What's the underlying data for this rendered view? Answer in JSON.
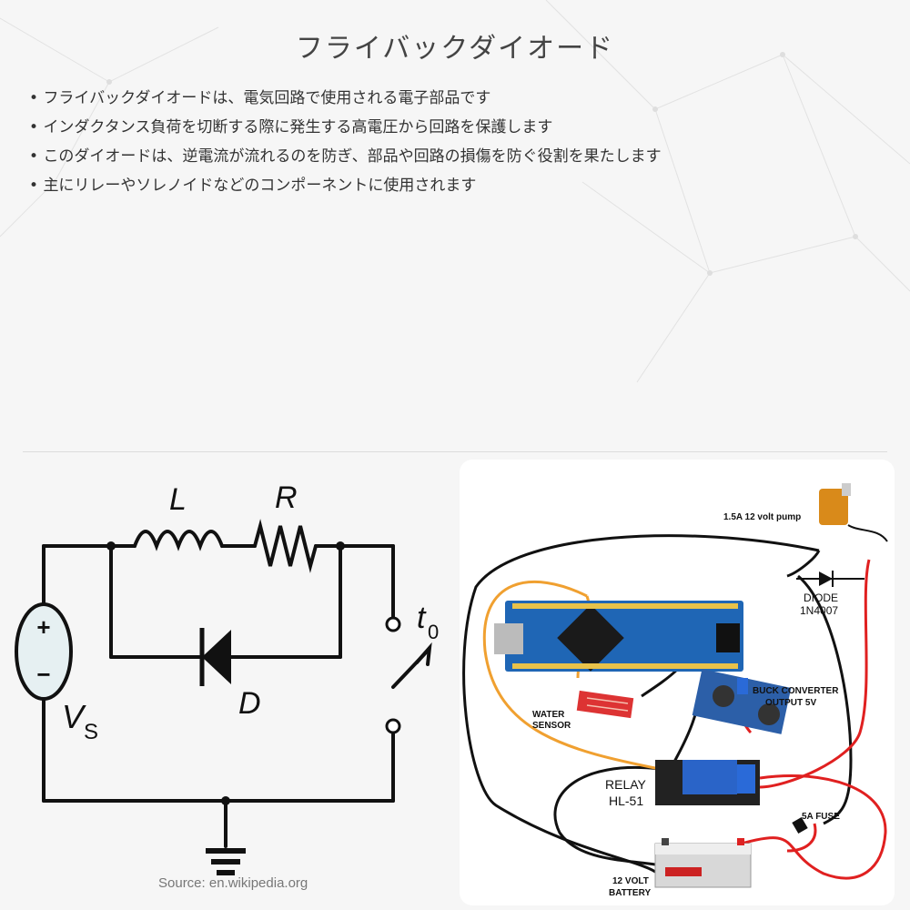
{
  "page": {
    "title": "フライバックダイオード",
    "bullets": [
      "フライバックダイオードは、電気回路で使用される電子部品です",
      "インダクタンス負荷を切断する際に発生する高電圧から回路を保護します",
      "このダイオードは、逆電流が流れるのを防ぎ、部品や回路の損傷を防ぐ役割を果たします",
      "主にリレーやソレノイドなどのコンポーネントに使用されます"
    ]
  },
  "schematic": {
    "inductor_label": "L",
    "resistor_label": "R",
    "diode_label": "D",
    "source_label": "V",
    "source_sub": "S",
    "switch_label": "t",
    "switch_sub": "0",
    "plus": "+",
    "minus": "−",
    "source_credit": "Source: en.wikipedia.org"
  },
  "wiring": {
    "pump_label": "1.5A 12 volt pump",
    "diode_label": "DIODE",
    "diode_part": "1N4007",
    "buck_label": "BUCK CONVERTER",
    "buck_output": "OUTPUT 5V",
    "water_label": "WATER",
    "sensor_label": "SENSOR",
    "relay_label": "RELAY",
    "relay_part": "HL-51",
    "fuse_label": "5A FUSE",
    "battery_label": "12 VOLT",
    "battery_label2": "BATTERY"
  }
}
